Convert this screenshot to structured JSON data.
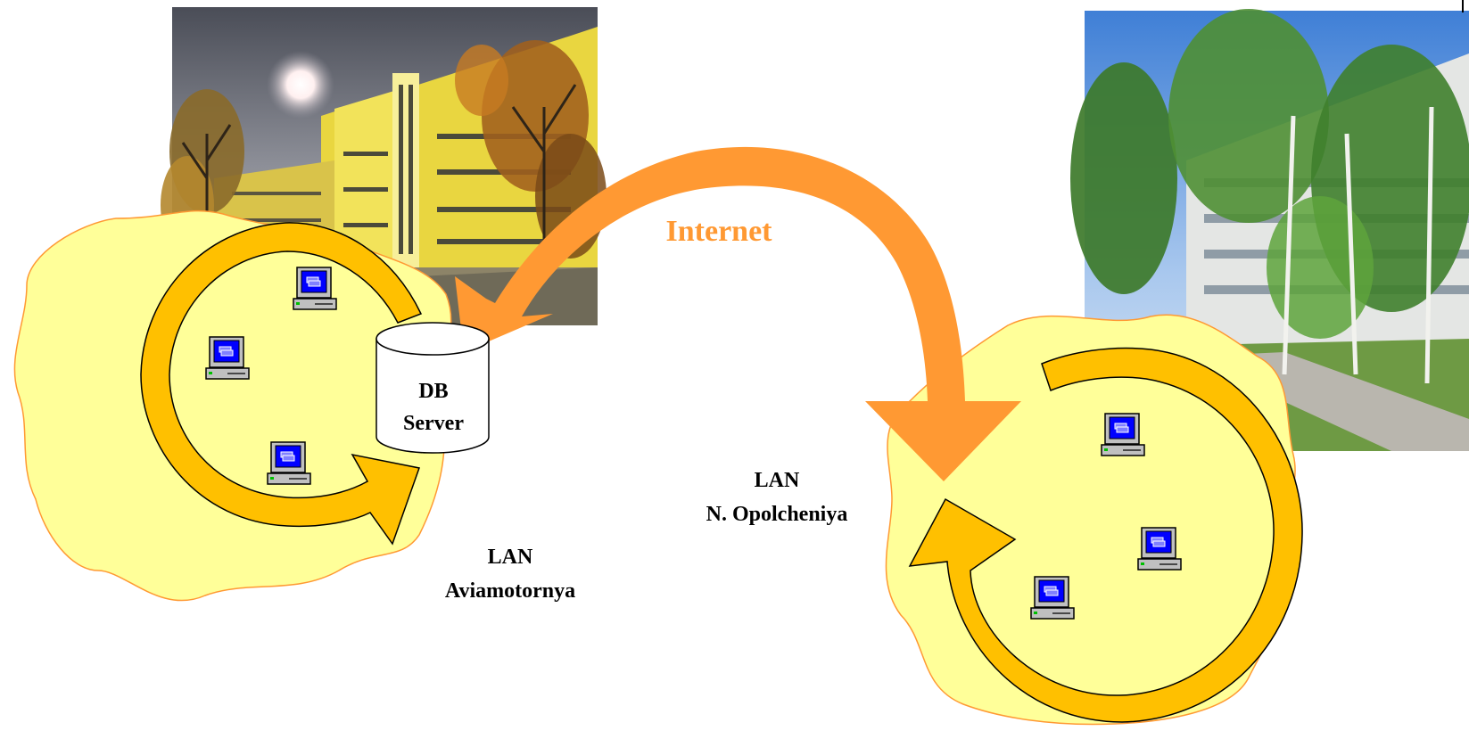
{
  "diagram": {
    "arrow_label": "Internet",
    "server": {
      "line1": "DB",
      "line2": "Server"
    },
    "lan_left": {
      "line1": "LAN",
      "line2": "Aviamotornya"
    },
    "lan_right": {
      "line1": "LAN",
      "line2": "N. Opolcheniya"
    }
  },
  "colors": {
    "lan_fill": "#ffff99",
    "lan_border": "#ff9933",
    "loop_arrow": "#ffc000",
    "internet_arrow": "#ff9933",
    "internet_text": "#ff9933",
    "monitor_screen": "#0000ff"
  },
  "icons": {
    "workstation": "computer-icon",
    "database": "database-cylinder-icon",
    "photo": "building-photo"
  }
}
